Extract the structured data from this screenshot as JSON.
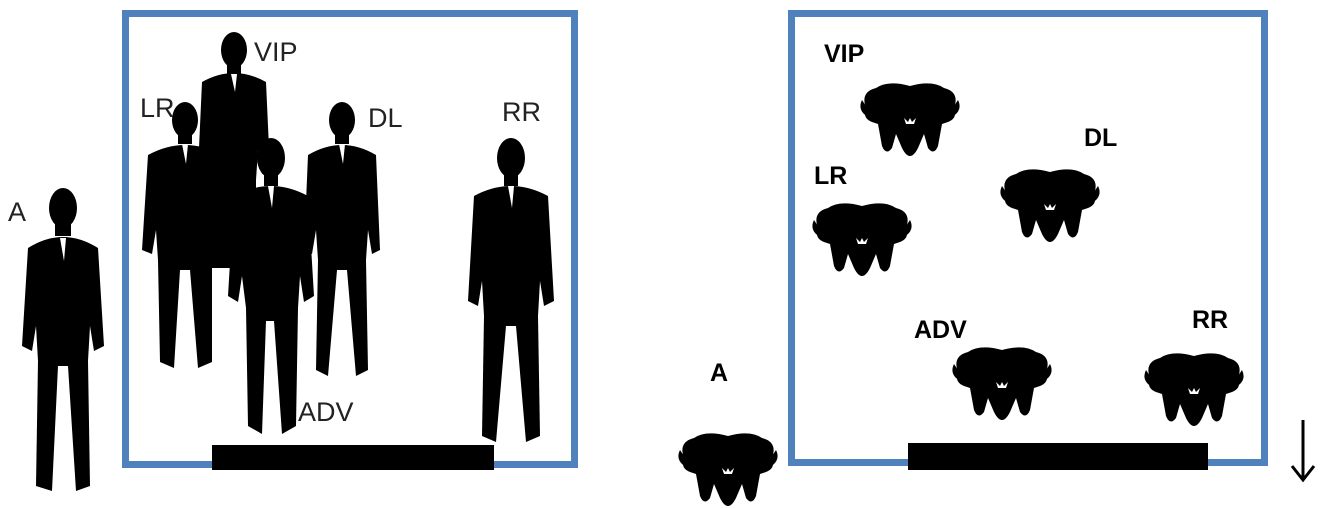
{
  "side_view": {
    "labels": {
      "a": "A",
      "vip": "VIP",
      "lr": "LR",
      "dl": "DL",
      "rr": "RR",
      "adv": "ADV"
    }
  },
  "top_view": {
    "labels": {
      "a": "A",
      "vip": "VIP",
      "lr": "LR",
      "dl": "DL",
      "rr": "RR",
      "adv": "ADV"
    }
  },
  "colors": {
    "room_border": "#4f81bd",
    "door": "#000000",
    "figure": "#000000"
  },
  "icons": {
    "direction": "arrow-down-icon",
    "person": "person-silhouette-icon",
    "top_person": "top-down-person-icon"
  }
}
